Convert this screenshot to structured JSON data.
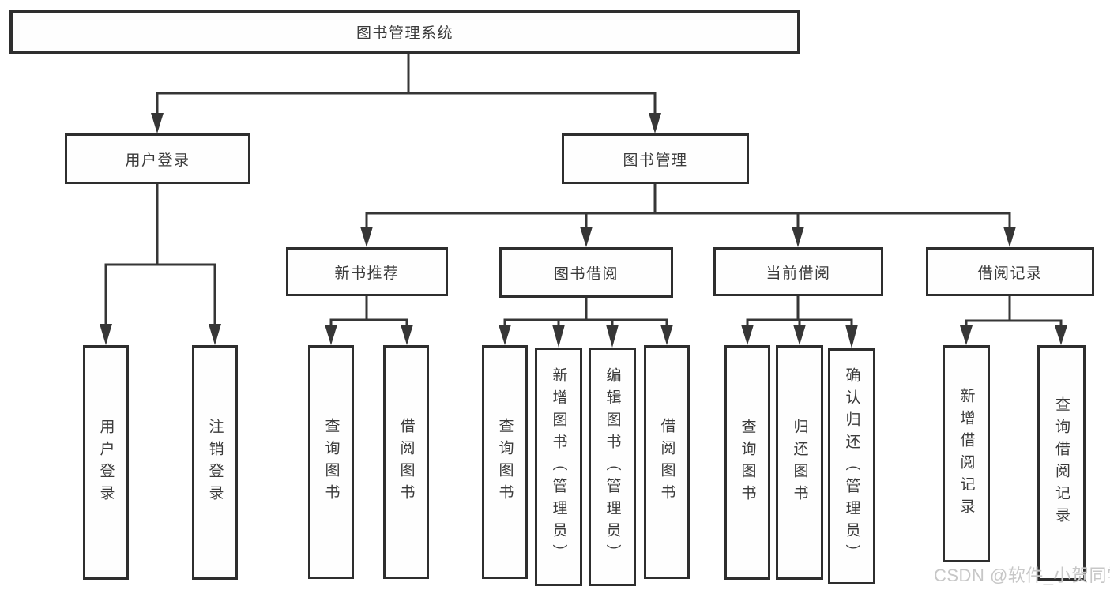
{
  "diagram": {
    "type": "tree",
    "root": {
      "label": "图书管理系统",
      "children": [
        {
          "label": "用户登录",
          "children": [
            {
              "label": "用户登录"
            },
            {
              "label": "注销登录"
            }
          ]
        },
        {
          "label": "图书管理",
          "children": [
            {
              "label": "新书推荐",
              "children": [
                {
                  "label": "查询图书"
                },
                {
                  "label": "借阅图书"
                }
              ]
            },
            {
              "label": "图书借阅",
              "children": [
                {
                  "label": "查询图书"
                },
                {
                  "label": "新增图书（管理员）"
                },
                {
                  "label": "编辑图书（管理员）"
                },
                {
                  "label": "借阅图书"
                }
              ]
            },
            {
              "label": "当前借阅",
              "children": [
                {
                  "label": "查询图书"
                },
                {
                  "label": "归还图书"
                },
                {
                  "label": "确认归还（管理员）"
                }
              ]
            },
            {
              "label": "借阅记录",
              "children": [
                {
                  "label": "新增借阅记录"
                },
                {
                  "label": "查询借阅记录"
                }
              ]
            }
          ]
        }
      ]
    }
  },
  "watermark": {
    "text": "CSDN @软件_小贺同学",
    "color": "#c7c7c7"
  },
  "colors": {
    "background": "#ffffff",
    "line": "#363636",
    "box_border": "#2e2e2e",
    "text": "#3a3a3a"
  }
}
